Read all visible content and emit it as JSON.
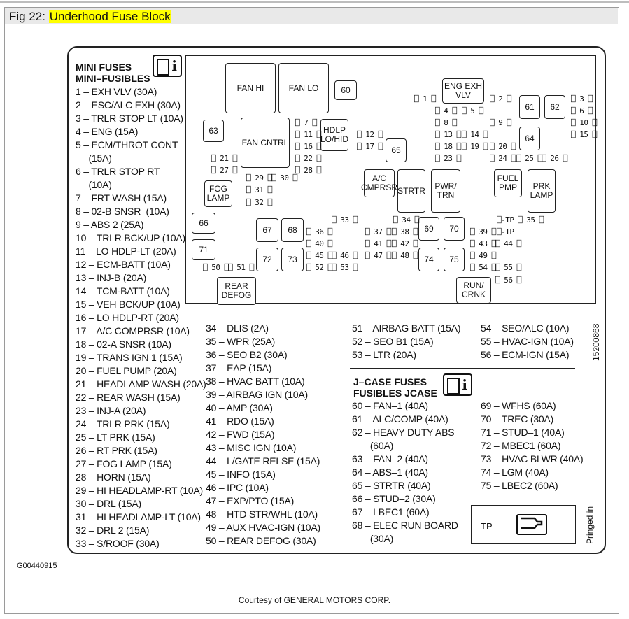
{
  "figure": {
    "number_label": "Fig 22:",
    "title": "Underhood Fuse Block"
  },
  "legend": {
    "mini_heading_1": "MINI FUSES",
    "mini_heading_2": "MINI–FUSIBLES",
    "jcase_heading_1": "J–CASE FUSES",
    "jcase_heading_2": "FUSIBLES JCASE"
  },
  "list_col1": [
    "1 – EXH VLV (30A)",
    "2 – ESC/ALC EXH (30A)",
    "3 – TRLR STOP LT (10A)",
    "4 – ENG (15A)",
    "5 – ECM/THROT CONT",
    "     (15A)",
    "6 – TRLR STOP RT",
    "     (10A)",
    "7 – FRT WASH (15A)",
    "8 – 02-B SNSR  (10A)",
    "9 – ABS 2 (25A)",
    "10 – TRLR BCK/UP (10A)",
    "11 – LO HDLP-LT (20A)",
    "12 – ECM-BATT (10A)",
    "13 – INJ-B (20A)",
    "14 – TCM-BATT (10A)",
    "15 – VEH BCK/UP (10A)",
    "16 – LO HDLP-RT (20A)",
    "17 – A/C COMPRSR (10A)",
    "18 – 02-A SNSR (10A)",
    "19 – TRANS IGN 1 (15A)",
    "20 – FUEL PUMP (20A)",
    "21 – HEADLAMP WASH (20A)",
    "22 – REAR WASH (15A)",
    "23 – INJ-A (20A)",
    "24 – TRLR PRK (15A)",
    "25 – LT PRK (15A)",
    "26 – RT PRK (15A)",
    "27 – FOG LAMP (15A)",
    "28 – HORN (15A)",
    "29 – HI HEADLAMP-RT (10A)",
    "30 – DRL (15A)",
    "31 – HI HEADLAMP-LT (10A)",
    "32 – DRL 2 (15A)",
    "33 – S/ROOF (30A)"
  ],
  "list_col2": [
    "34 – DLIS (2A)",
    "35 – WPR (25A)",
    "36 – SEO B2 (30A)",
    "37 – EAP (15A)",
    "38 – HVAC BATT (10A)",
    "39 – AIRBAG IGN (10A)",
    "40 – AMP (30A)",
    "41 – RDO (15A)",
    "42 – FWD (15A)",
    "43 – MISC IGN (10A)",
    "44 – L/GATE RELSE (15A)",
    "45 – INFO (15A)",
    "46 – IPC (10A)",
    "47 – EXP/PTO (15A)",
    "48 – HTD STR/WHL (10A)",
    "49 – AUX HVAC-IGN (10A)",
    "50 – REAR DEFOG (30A)"
  ],
  "list_col3": [
    "51 – AIRBAG BATT (15A)",
    "52 – SEO B1 (15A)",
    "53 – LTR (20A)"
  ],
  "list_col4": [
    "54 – SEO/ALC (10A)",
    "55 – HVAC-IGN (10A)",
    "56 – ECM-IGN (15A)"
  ],
  "list_jcase_left": [
    "60 – FAN–1 (40A)",
    "61 – ALC/COMP (40A)",
    "62 – HEAVY DUTY ABS",
    "       (60A)",
    "63 – FAN–2 (40A)",
    "64 – ABS–1 (40A)",
    "65 – STRTR (40A)",
    "66 – STUD–2 (30A)",
    "67 – LBEC1 (60A)",
    "68 – ELEC RUN BOARD",
    "       (30A)"
  ],
  "list_jcase_right": [
    "69 – WFHS (60A)",
    "70 – TREC (30A)",
    "71 – STUD–1 (40A)",
    "72 – MBEC1 (60A)",
    "73 – HVAC BLWR (40A)",
    "74 – LGM (40A)",
    "75 – LBEC2 (60A)"
  ],
  "block": {
    "fan_hi": "FAN HI",
    "fan_lo": "FAN LO",
    "fan_cntrl": "FAN CNTRL",
    "hdlp_lo_hid_1": "HDLP",
    "hdlp_lo_hid_2": "LO/HID",
    "eng_exh_vlv_1": "ENG EXH",
    "eng_exh_vlv_2": "VLV",
    "fog_lamp_1": "FOG",
    "fog_lamp_2": "LAMP",
    "ac_cmprsr_1": "A/C",
    "ac_cmprsr_2": "CMPRSR",
    "strtr": "STRTR",
    "pwr_trn_1": "PWR/",
    "pwr_trn_2": "TRN",
    "fuel_pmp_1": "FUEL",
    "fuel_pmp_2": "PMP",
    "prk_lamp_1": "PRK",
    "prk_lamp_2": "LAMP",
    "rear_defog_1": "REAR",
    "rear_defog_2": "DEFOG",
    "run_crnk_1": "RUN/",
    "run_crnk_2": "CRNK",
    "j60": "60",
    "j61": "61",
    "j62": "62",
    "j63": "63",
    "j64": "64",
    "j65": "65",
    "j66": "66",
    "j67": "67",
    "j68": "68",
    "j69": "69",
    "j70": "70",
    "j71": "71",
    "j72": "72",
    "j73": "73",
    "j74": "74",
    "j75": "75",
    "s1": "⎕ 1 ⎕",
    "s2": "⎕ 2 ⎕",
    "s3": "⎕ 3 ⎕",
    "s4": "⎕ 4 ⎕",
    "s5": "⎕ 5 ⎕",
    "s6": "⎕ 6 ⎕",
    "s7": "⎕ 7 ⎕",
    "s8": "⎕ 8 ⎕",
    "s9": "⎕ 9 ⎕",
    "s10": "⎕ 10 ⎕",
    "s11": "⎕ 11 ⎕",
    "s12": "⎕ 12 ⎕",
    "s13": "⎕ 13 ⎕",
    "s14": "⎕ 14 ⎕",
    "s15": "⎕ 15 ⎕",
    "s16": "⎕ 16 ⎕",
    "s17": "⎕ 17 ⎕",
    "s18": "⎕ 18 ⎕",
    "s19": "⎕ 19 ⎕",
    "s20": "⎕ 20 ⎕",
    "s21": "⎕ 21 ⎕",
    "s22": "⎕ 22 ⎕",
    "s23": "⎕ 23 ⎕",
    "s24": "⎕ 24 ⎕",
    "s25": "⎕ 25 ⎕",
    "s26": "⎕ 26 ⎕",
    "s27": "⎕ 27 ⎕",
    "s28": "⎕ 28 ⎕",
    "s29": "⎕ 29 ⎕",
    "s30": "⎕ 30 ⎕",
    "s31": "⎕ 31 ⎕",
    "s32": "⎕ 32 ⎕",
    "s33": "⎕ 33 ⎕",
    "s34": "⎕ 34 ⎕",
    "s35": "⎕ 35 ⎕",
    "s36": "⎕ 36 ⎕",
    "s37": "⎕ 37 ⎕",
    "s38": "⎕ 38 ⎕",
    "s39": "⎕ 39 ⎕",
    "s40": "⎕ 40 ⎕",
    "s41": "⎕ 41 ⎕",
    "s42": "⎕ 42 ⎕",
    "s43": "⎕ 43 ⎕",
    "s44": "⎕ 44 ⎕",
    "s45": "⎕ 45 ⎕",
    "s46": "⎕ 46 ⎕",
    "s47": "⎕ 47 ⎕",
    "s48": "⎕ 48 ⎕",
    "s49": "⎕ 49 ⎕",
    "s50": "⎕ 50 ⎕",
    "s51": "⎕ 51 ⎕",
    "s52": "⎕ 52 ⎕",
    "s53": "⎕ 53 ⎕",
    "s54": "⎕ 54 ⎕",
    "s55": "⎕ 55 ⎕",
    "s56": "⎕ 56 ⎕",
    "tp1": "⎕-TP",
    "tp2": "⎕-TP"
  },
  "tp_label": "TP",
  "part_number": "15200868",
  "printed_in": "Pringed in",
  "image_code": "G00440915",
  "courtesy": "Courtesy of GENERAL MOTORS CORP."
}
